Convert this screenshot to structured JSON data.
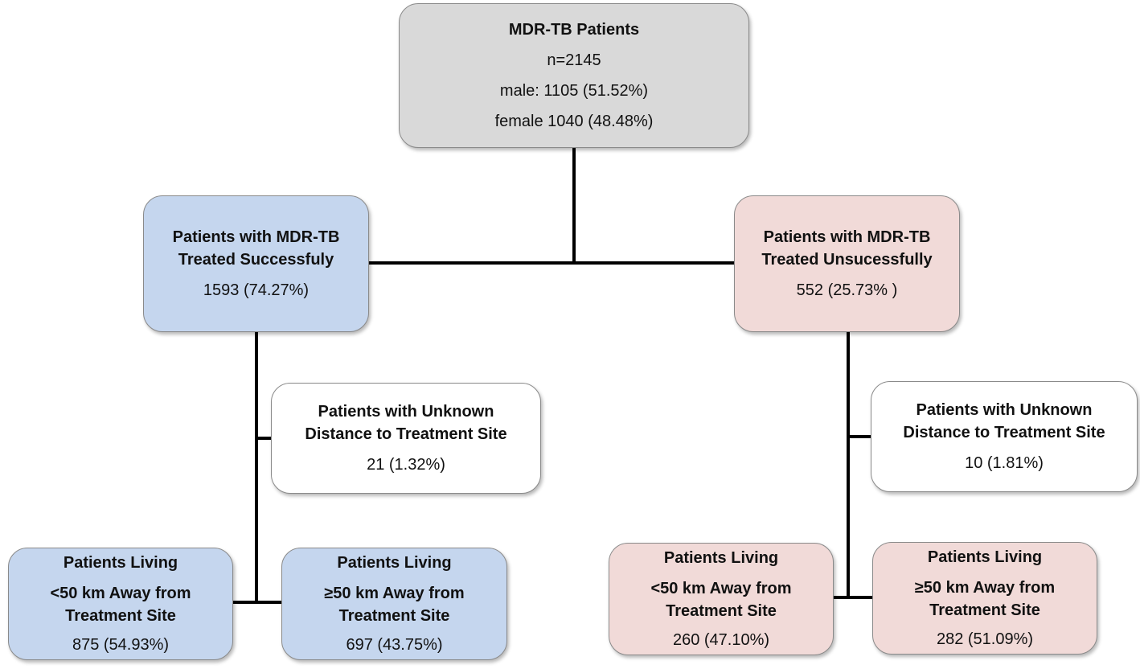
{
  "colors": {
    "root_fill": "#d9d9d9",
    "success_fill": "#c5d6ee",
    "unsuccess_fill": "#f1dad8",
    "unknown_fill": "#ffffff",
    "connector": "#000000"
  },
  "root": {
    "title": "MDR-TB Patients",
    "n": "n=2145",
    "male": "male: 1105 (51.52%)",
    "female": "female 1040 (48.48%)"
  },
  "success": {
    "title_line1": "Patients with MDR-TB",
    "title_line2": "Treated Successfuly",
    "value": "1593 (74.27%)",
    "unknown": {
      "title_line1": "Patients with Unknown",
      "title_line2": "Distance to Treatment Site",
      "value": "21 (1.32%)"
    },
    "near": {
      "title_line1": "Patients Living",
      "title_line2": "<50 km Away from",
      "title_line3": "Treatment Site",
      "value": "875 (54.93%)"
    },
    "far": {
      "title_line1": "Patients Living",
      "title_line2": "≥50 km Away from",
      "title_line3": "Treatment Site",
      "value": "697 (43.75%)"
    }
  },
  "unsuccess": {
    "title_line1": "Patients with MDR-TB",
    "title_line2": "Treated Unsucessfully",
    "value": "552 (25.73% )",
    "unknown": {
      "title_line1": "Patients with Unknown",
      "title_line2": "Distance to Treatment Site",
      "value": "10 (1.81%)"
    },
    "near": {
      "title_line1": "Patients Living",
      "title_line2": "<50 km Away from",
      "title_line3": "Treatment Site",
      "value": "260 (47.10%)"
    },
    "far": {
      "title_line1": "Patients Living",
      "title_line2": "≥50 km Away from",
      "title_line3": "Treatment Site",
      "value": "282 (51.09%)"
    }
  }
}
